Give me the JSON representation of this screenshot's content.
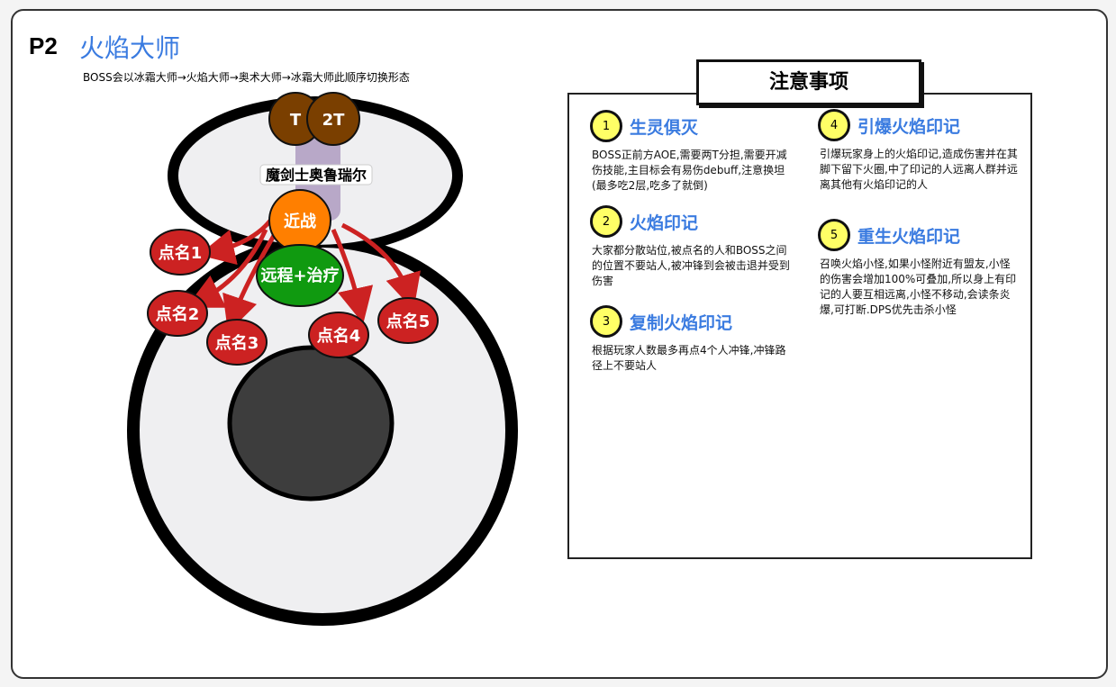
{
  "header": {
    "phase": "P2",
    "title": "火焰大师",
    "subtitle": "BOSS会以冰霜大师→火焰大师→奥术大师→冰霜大师此顺序切换形态"
  },
  "map": {
    "boss_name": "魔剑士奥鲁瑞尔",
    "tanks": [
      "T",
      "2T"
    ],
    "melee": "近战",
    "ranged": "远程+治疗",
    "marks": [
      "点名1",
      "点名2",
      "点名3",
      "点名4",
      "点名5"
    ]
  },
  "notes": {
    "title": "注意事项",
    "sections": [
      {
        "num": "1",
        "title": "生灵俱灭",
        "text": "BOSS正前方AOE,需要两T分担,需要开减伤技能,主目标会有易伤debuff,注意换坦(最多吃2层,吃多了就倒)"
      },
      {
        "num": "2",
        "title": "火焰印记",
        "text": "大家都分散站位,被点名的人和BOSS之间的位置不要站人,被冲锋到会被击退并受到伤害"
      },
      {
        "num": "3",
        "title": "复制火焰印记",
        "text": "根据玩家人数最多再点4个人冲锋,冲锋路径上不要站人"
      },
      {
        "num": "4",
        "title": "引爆火焰印记",
        "text": "引爆玩家身上的火焰印记,造成伤害并在其脚下留下火圈,中了印记的人远离人群并远离其他有火焰印记的人"
      },
      {
        "num": "5",
        "title": "重生火焰印记",
        "text": "召唤火焰小怪,如果小怪附近有盟友,小怪的伤害会增加100%可叠加,所以身上有印记的人要互相远离,小怪不移动,会读条炎爆,可打断.DPS优先击杀小怪"
      }
    ]
  },
  "colors": {
    "accent": "#3a7be0",
    "tank": "#7a3f00",
    "melee": "#ff7f00",
    "ranged": "#109a10",
    "mark": "#cc2222"
  }
}
